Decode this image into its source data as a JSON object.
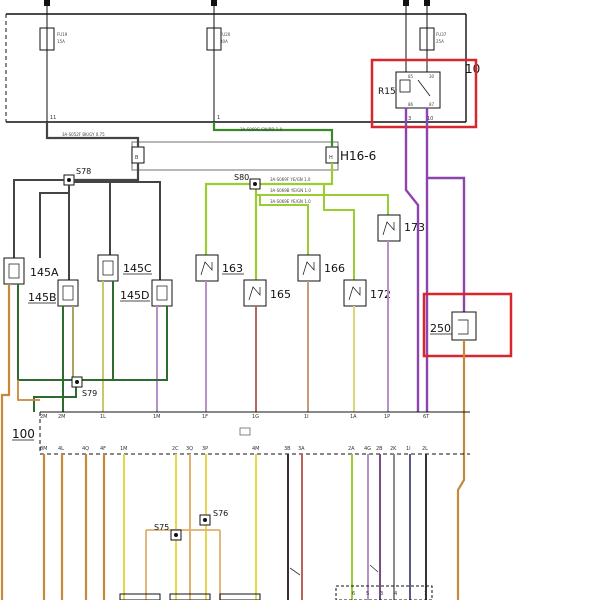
{
  "fuses": [
    {
      "id": "FU19",
      "rating": "15A"
    },
    {
      "id": "FU20",
      "rating": "30A"
    },
    {
      "id": "FU37",
      "rating": "25A"
    }
  ],
  "relay": {
    "id": "R15",
    "callout": "10",
    "pins": [
      "85",
      "30",
      "86",
      "87"
    ]
  },
  "connector": {
    "id": "H16-6",
    "pin_left": "B",
    "pin_right": "H"
  },
  "splices": [
    "S78",
    "S80",
    "S79",
    "S75",
    "S76"
  ],
  "components": {
    "c145A": "145A",
    "c145B": "145B",
    "c145C": "145C",
    "c145D": "145D",
    "c163": "163",
    "c165": "165",
    "c166": "166",
    "c172": "172",
    "c173": "173",
    "c250": "250",
    "c100": "100"
  },
  "wires": {
    "w1": "3A-S052F BK/GY 0.75",
    "w2": "3A-S069G GN/RD 1.0",
    "w3": "3A-S052E BK/GY 0.75",
    "w4": "3A-S069F YE/GN 1.0",
    "w5": "3A-S069B YE/GN 1.0",
    "w6": "3A-S069E YE/GN 1.0"
  },
  "ecu_pins_top": [
    "2M",
    "2M",
    "1L",
    "1M",
    "1F",
    "1G",
    "1I",
    "1A",
    "1P",
    "6T"
  ],
  "ecu_pins_bottom": [
    "8M",
    "4L",
    "4Q",
    "4F",
    "1M",
    "2C",
    "3Q",
    "3P",
    "4M",
    "3B",
    "3A",
    "2A",
    "4G",
    "2B",
    "2K",
    "1I",
    "2L"
  ],
  "fuse_pins": {
    "f1": "11",
    "f2": "1",
    "relay_a": "3",
    "relay_b": "10"
  },
  "bottom_conn_pins": [
    "6",
    "5",
    "3",
    "4",
    "1"
  ]
}
